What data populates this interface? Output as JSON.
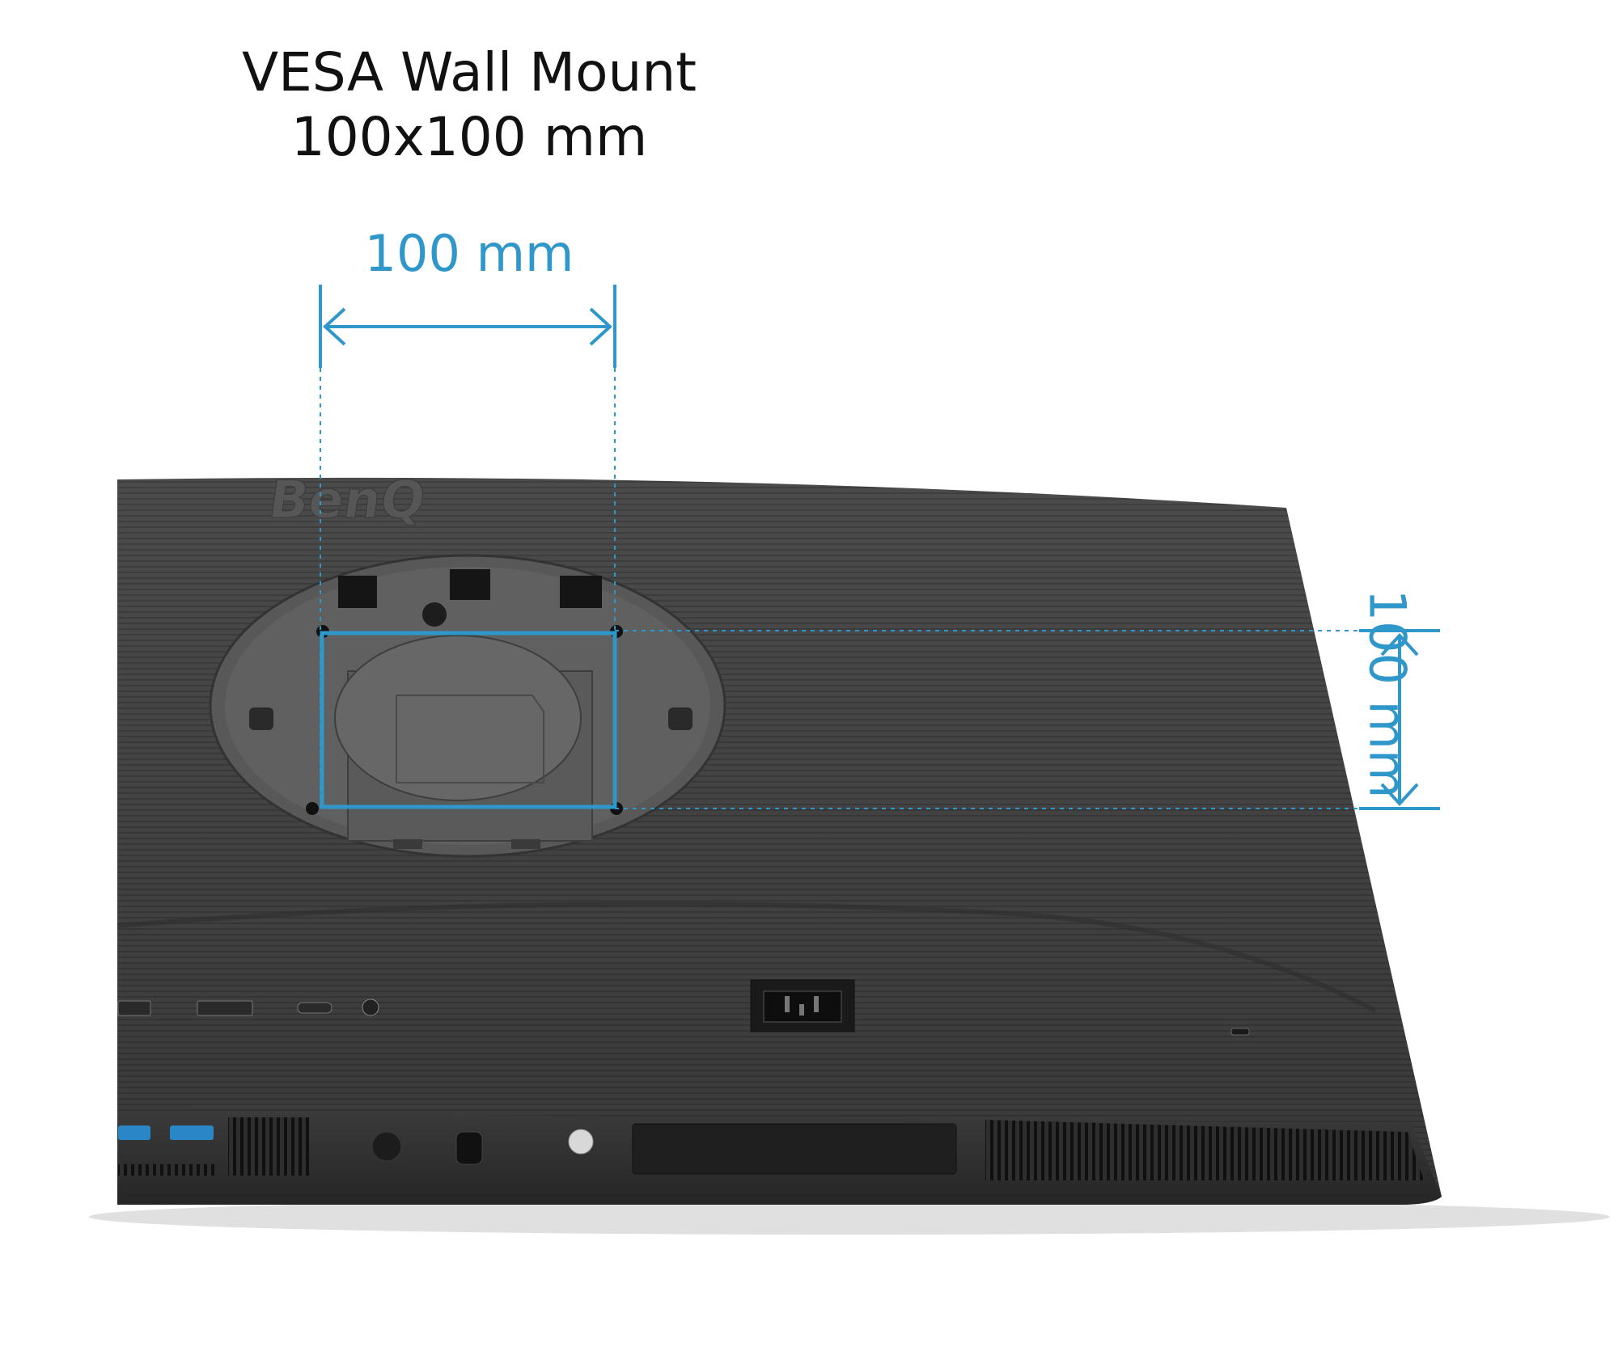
{
  "title": {
    "line1": "VESA Wall Mount",
    "line2": "100x100 mm"
  },
  "dimensions": {
    "horizontal_label": "100 mm",
    "vertical_label": "100 mm",
    "color": "#2f97c9"
  },
  "product": {
    "brand_logo": "BenQ",
    "body_color": "#4a4a4a",
    "mount_plate_color": "#5e5e5e"
  },
  "icons": [
    "hdmi-port-icon",
    "displayport-icon",
    "usb-c-port-icon",
    "audio-jack-icon",
    "power-socket-icon",
    "kensington-lock-icon",
    "usb-a-port-icon",
    "joystick-icon",
    "power-button-icon"
  ]
}
